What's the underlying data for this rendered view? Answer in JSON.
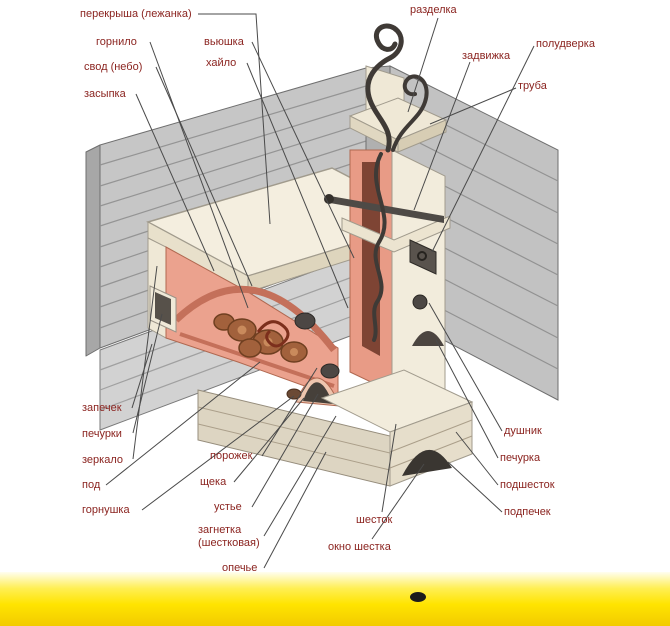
{
  "figure": {
    "type": "cutaway-diagram",
    "subject": "русская печь в деревянном срубе (разрез с обозначением частей)"
  },
  "colors": {
    "label_text": "#8b2420",
    "cut_red": "#eba28e",
    "wall_gray": "#c6c6c6",
    "stove_white": "#f2ecdc",
    "band_yellow": "#ffe400",
    "leader_line": "#4a4a4a"
  },
  "labels": {
    "perekrysha": "перекрыша (лежанка)",
    "gornilo": "горнило",
    "svod": "свод (небо)",
    "zasypka": "засыпка",
    "vyushka": "вьюшка",
    "khaylo": "хайло",
    "razdelka": "разделка",
    "zadvizhka": "задвижка",
    "poludverka": "полудверка",
    "truba": "труба",
    "zapechek": "запечек",
    "pechurki": "печурки",
    "zerkalo": "зеркало",
    "pod": "под",
    "gornushka": "горнушка",
    "porozhek": "порожек",
    "shcheka": "щека",
    "ustye": "устье",
    "zagnetka": "загнетка (шестковая)",
    "opechye": "опечье",
    "shestok": "шесток",
    "okno_shestka": "окно шестка",
    "dushnik": "душник",
    "pechurka": "печурка",
    "podshestok": "подшесток",
    "podpechek": "подпечек"
  }
}
